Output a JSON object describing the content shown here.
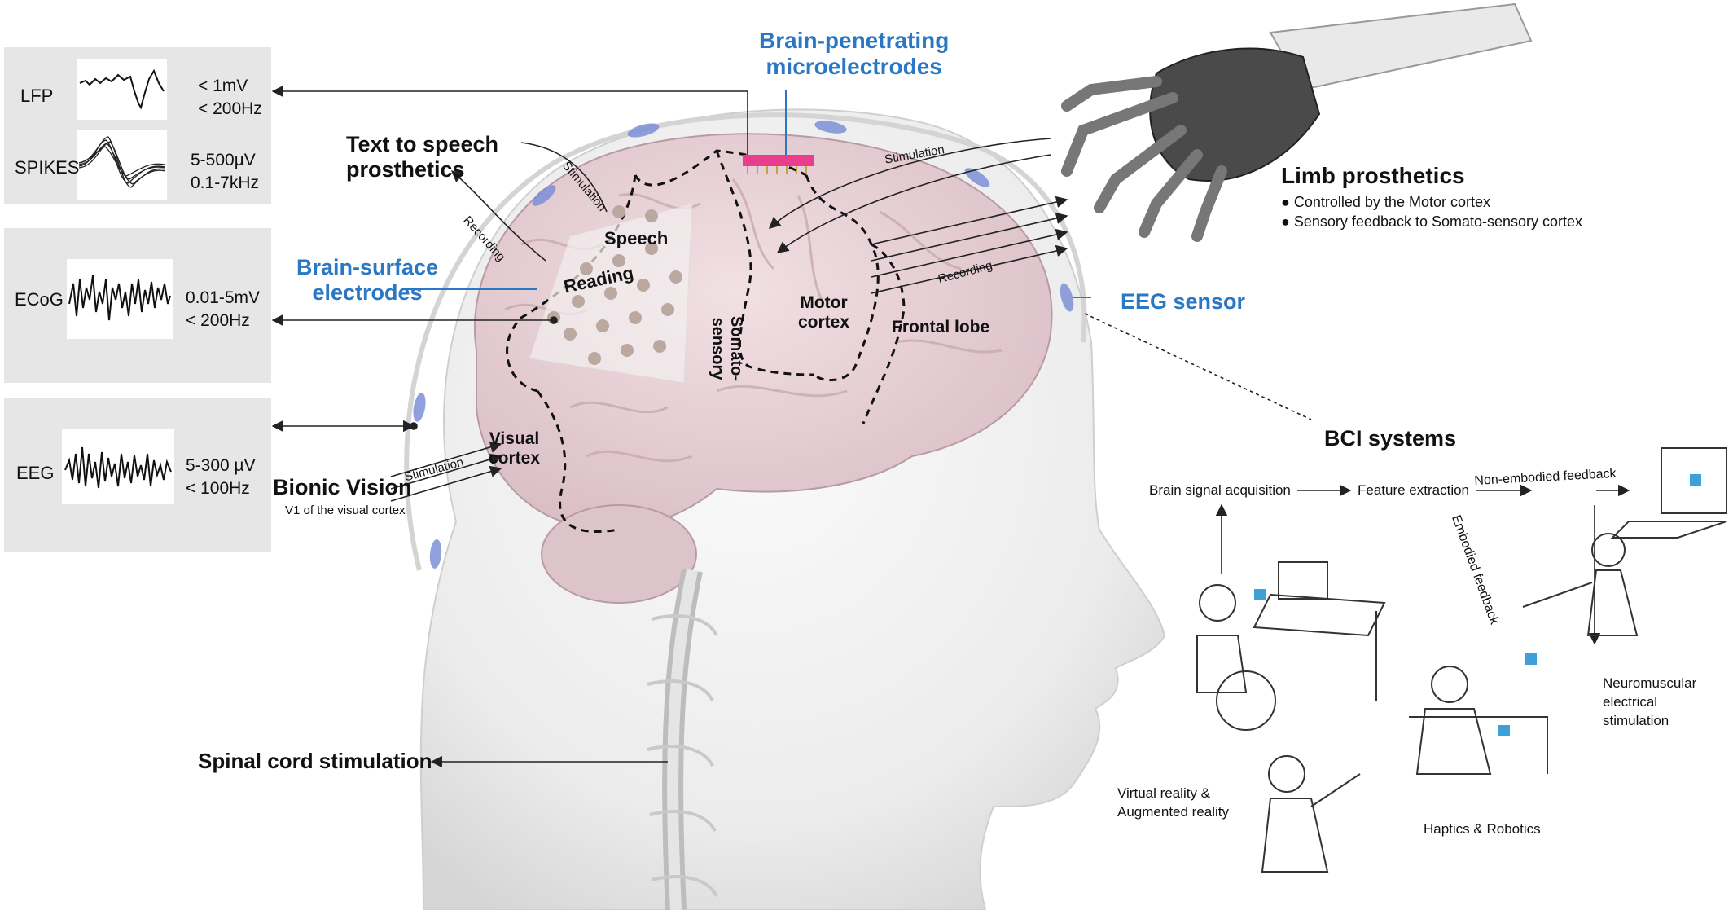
{
  "signals": [
    {
      "name": "LFP",
      "amplitude": "< 1mV",
      "frequency": "< 200Hz"
    },
    {
      "name": "SPIKES",
      "amplitude": "5-500µV",
      "frequency": "0.1-7kHz"
    },
    {
      "name": "ECoG",
      "amplitude": "0.01-5mV",
      "frequency": "< 200Hz"
    },
    {
      "name": "EEG",
      "amplitude": "5-300 µV",
      "frequency": "< 100Hz"
    }
  ],
  "labels": {
    "microelectrodes": "Brain-penetrating\nmicroelectrodes",
    "surface_electrodes": "Brain-surface\nelectrodes",
    "eeg_sensor": "EEG sensor",
    "text_to_speech": "Text to speech\nprosthetics",
    "limb_title": "Limb prosthetics",
    "limb_bullets": [
      "Controlled by the Motor cortex",
      "Sensory feedback to Somato-sensory cortex"
    ],
    "bionic_vision": "Bionic Vision",
    "bionic_sub": "V1 of the visual cortex",
    "spinal": "Spinal cord stimulation",
    "stimulation": "Stimulation",
    "recording": "Recording"
  },
  "regions": {
    "speech": "Speech",
    "reading": "Reading",
    "somato": "Somato-\nsensory",
    "motor": "Motor\ncortex",
    "frontal": "Frontal lobe",
    "visual": "Visual\ncortex"
  },
  "bci": {
    "title": "BCI systems",
    "acquisition": "Brain signal acquisition",
    "feature": "Feature extraction",
    "non_embodied": "Non-embodied feedback",
    "embodied": "Embodied feedback",
    "nmes": "Neuromuscular\nelectrical\nstimulation",
    "vr": "Virtual reality &\nAugmented reality",
    "haptics": "Haptics & Robotics"
  },
  "colors": {
    "panel": "#e6e6e6",
    "brain": "#e8d2d8",
    "accent_blue": "#2a77c4",
    "electrode_chip": "#e83e8c",
    "eeg_pad": "#7b8fd6"
  }
}
